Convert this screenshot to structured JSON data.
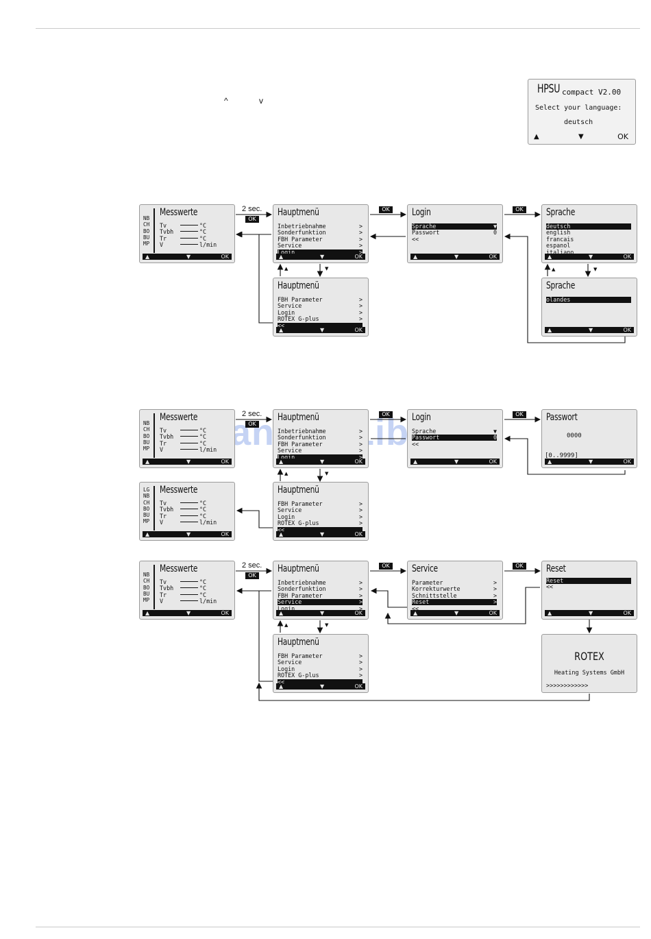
{
  "nav_arrows": {
    "up": "^",
    "down": "v"
  },
  "language_screen": {
    "line1": "HPSU",
    "line1b": "compact V2.00",
    "prompt": "Select your language:",
    "value": "deutsch",
    "up": "▲",
    "down": "▼",
    "ok": "OK"
  },
  "labels": {
    "two_sec": "2 sec.",
    "ok": "OK",
    "up": "▲",
    "down": "▼",
    "ok_key": "OK"
  },
  "messwerte": {
    "title": "Messwerte",
    "abbr": [
      "NB",
      "CH",
      "BO",
      "BU",
      "MP"
    ],
    "abbr2": [
      "LG",
      "NB",
      "CH",
      "BO",
      "BU",
      "MP"
    ],
    "rows": [
      [
        "Tv",
        "°C"
      ],
      [
        "Tvbh",
        "°C"
      ],
      [
        "Tr",
        "°C"
      ],
      [
        "V",
        "l/min"
      ]
    ]
  },
  "hauptmenu": {
    "title": "Hauptmenü",
    "items": [
      "Inbetriebnahme",
      "Sonderfunktion",
      "FBH Parameter",
      "Service",
      "Login"
    ]
  },
  "hauptmenu2": {
    "title": "Hauptmenü",
    "items": [
      "FBH Parameter",
      "Service",
      "Login",
      "ROTEX G-plus",
      "<<"
    ]
  },
  "login": {
    "title": "Login",
    "items": [
      "Sprache",
      "Passwort",
      "<<"
    ],
    "passwort_value": "0"
  },
  "sprache": {
    "title": "Sprache",
    "items": [
      "deutsch",
      "english",
      "francais",
      "espanol",
      "italiano"
    ]
  },
  "sprache2": {
    "title": "Sprache",
    "items": [
      "olandes"
    ]
  },
  "passwort": {
    "title": "Passwort",
    "value": "0000",
    "range": "[0..9999]"
  },
  "service": {
    "title": "Service",
    "items": [
      "Parameter",
      "Korrekturwerte",
      "Schnittstelle",
      "Reset",
      "<<"
    ]
  },
  "reset": {
    "title": "Reset",
    "items": [
      "Reset",
      "<<"
    ]
  },
  "rotex": {
    "title": "ROTEX",
    "subtitle": "Heating Systems GmbH",
    "progress": ">>>>>>>>>>>>"
  },
  "watermark": "ManualsLib.de"
}
